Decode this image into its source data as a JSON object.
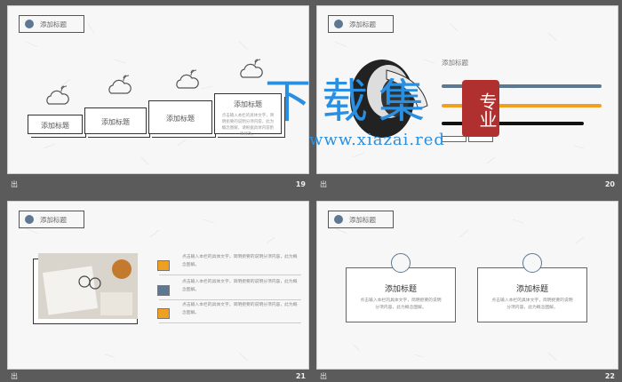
{
  "slides": [
    {
      "number": "19",
      "header": "添加标题",
      "steps": [
        {
          "label": "添加标题",
          "desc": ""
        },
        {
          "label": "添加标题",
          "desc": ""
        },
        {
          "label": "添加标题",
          "desc": ""
        },
        {
          "label": "添加标题",
          "desc": "点击输入本栏的具体文字，简明扼要的说明分项内容，此为概念图解，请根据具体内容酌情修改。"
        }
      ]
    },
    {
      "number": "20",
      "header": "添加标题",
      "subtitle": "添加标题"
    },
    {
      "number": "21",
      "header": "添加标题",
      "items": [
        "点击输入本栏的具体文字，简明扼要的说明分项内容，此为概念图解。",
        "点击输入本栏的具体文字，简明扼要的说明分项内容，此为概念图解。",
        "点击输入本栏的具体文字，简明扼要的说明分项内容，此为概念图解。"
      ]
    },
    {
      "number": "22",
      "header": "添加标题",
      "cards": [
        {
          "title": "添加标题",
          "desc": "点击输入本栏的具体文字，简明扼要的说明分项内容，此为概念图解。"
        },
        {
          "title": "添加标题",
          "desc": "点击输入本栏的具体文字，简明扼要的说明分项内容，此为概念图解。"
        }
      ]
    }
  ],
  "footer_mark": "出",
  "watermark": {
    "text": "下载集",
    "stamp": "专业",
    "url": "www.xiazai.red"
  },
  "colors": {
    "accent": "#5d7890",
    "orange": "#f0a020",
    "watermark_blue": "#2a8fe0",
    "stamp_red": "#b03030"
  }
}
